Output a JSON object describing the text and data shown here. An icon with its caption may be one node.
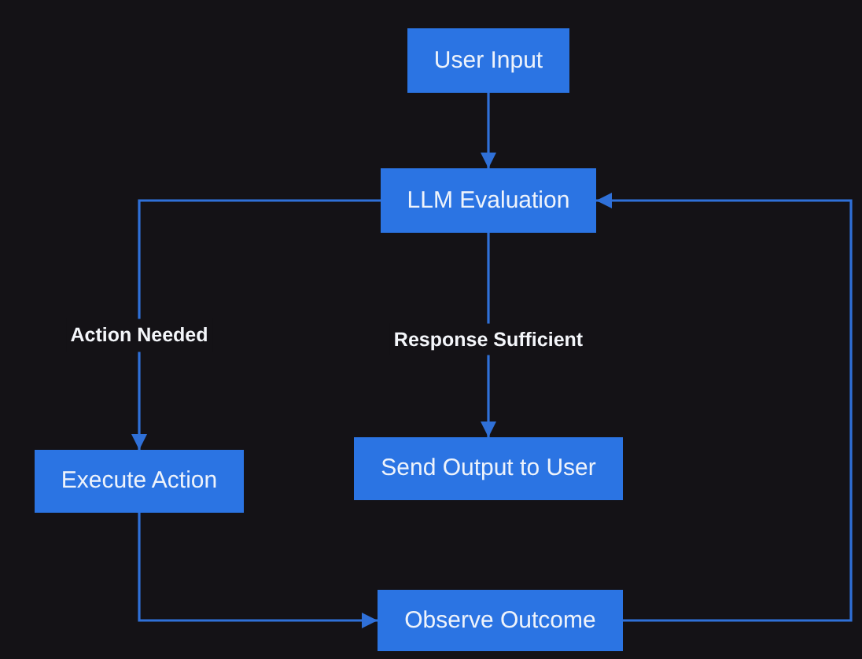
{
  "diagram": {
    "nodes": [
      {
        "text": [
          "User Input"
        ]
      },
      {
        "text": [
          "LLM Evaluation"
        ]
      },
      {
        "text": [
          "Execute Action"
        ]
      },
      {
        "text": [
          "Send Output to User"
        ]
      },
      {
        "text": [
          "Observe Outcome"
        ]
      }
    ],
    "edges": [
      {
        "from": 0,
        "to": 1,
        "arrow": "to"
      },
      {
        "from": 1,
        "to": 2,
        "arrow": "to",
        "label": "Action Needed"
      },
      {
        "from": 1,
        "to": 3,
        "arrow": "to",
        "label": "Response Sufficient"
      },
      {
        "from": 2,
        "to": 4,
        "arrow": "to"
      },
      {
        "from": 4,
        "to": 1,
        "arrow": "to"
      }
    ]
  }
}
